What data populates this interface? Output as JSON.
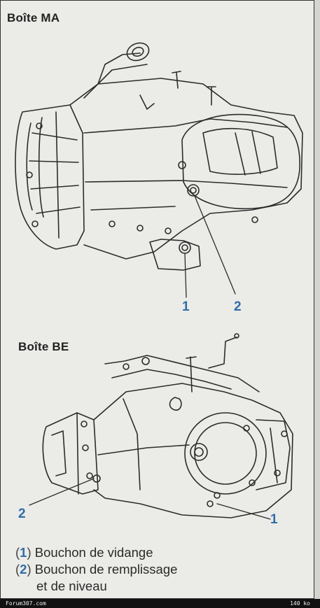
{
  "sections": [
    {
      "title": "Boîte MA",
      "callouts": [
        "1",
        "2"
      ]
    },
    {
      "title": "Boîte BE",
      "callouts": [
        "2",
        "1"
      ]
    }
  ],
  "legend": [
    {
      "num": "1",
      "text": "Bouchon de vidange"
    },
    {
      "num": "2",
      "text": "Bouchon de remplissage"
    }
  ],
  "legend_continuation": "et de niveau",
  "footer": {
    "left": "Forum307.com",
    "right": "140 ko"
  },
  "colors": {
    "callout": "#2f6ea8",
    "ink": "#2a2a2a",
    "paper": "#ebebe8"
  }
}
